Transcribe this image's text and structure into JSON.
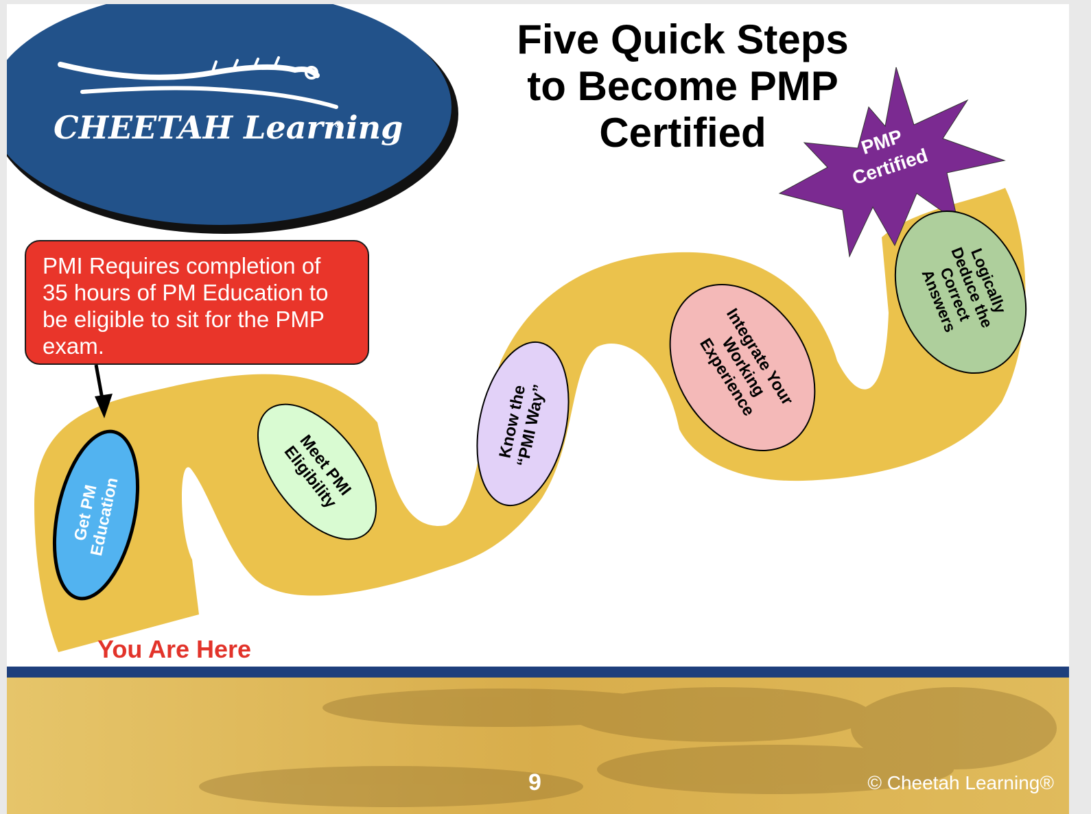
{
  "slide": {
    "title_lines": [
      "Five Quick Steps",
      "to Become PMP",
      "Certified"
    ],
    "logo_text": "CHEETAH Learning",
    "logo_mark": "®",
    "callout_text": "PMI Requires completion of 35 hours of PM Education to be eligible to sit for the PMP exam.",
    "you_are_here": "You Are Here",
    "page_number": "9",
    "copyright": "© Cheetah Learning®"
  },
  "steps": [
    {
      "lines": [
        "Get PM",
        "Education"
      ],
      "color": "#52b3f0",
      "text_color": "#ffffff",
      "current": true
    },
    {
      "lines": [
        "Meet PMI",
        "Eligibility"
      ],
      "color": "#d9fbd2",
      "text_color": "#000000",
      "current": false
    },
    {
      "lines": [
        "Know the",
        "“PMI Way”"
      ],
      "color": "#e2d1f8",
      "text_color": "#000000",
      "current": false
    },
    {
      "lines": [
        "Integrate Your",
        "Working",
        "Experience"
      ],
      "color": "#f4b9b8",
      "text_color": "#000000",
      "current": false
    },
    {
      "lines": [
        "Logically",
        "Deduce the",
        "Correct",
        "Answers"
      ],
      "color": "#aecf9c",
      "text_color": "#000000",
      "current": false
    }
  ],
  "goal": {
    "lines": [
      "PMP",
      "Certified"
    ],
    "color": "#7b2a91",
    "text_color": "#ffffff"
  },
  "colors": {
    "path": "#ebc24c",
    "logo_oval": "#22528a",
    "callout": "#e9352a",
    "footer_band": "#1e3f7c",
    "footer_bg": "#dcb04a",
    "accent_red": "#e2332a"
  }
}
